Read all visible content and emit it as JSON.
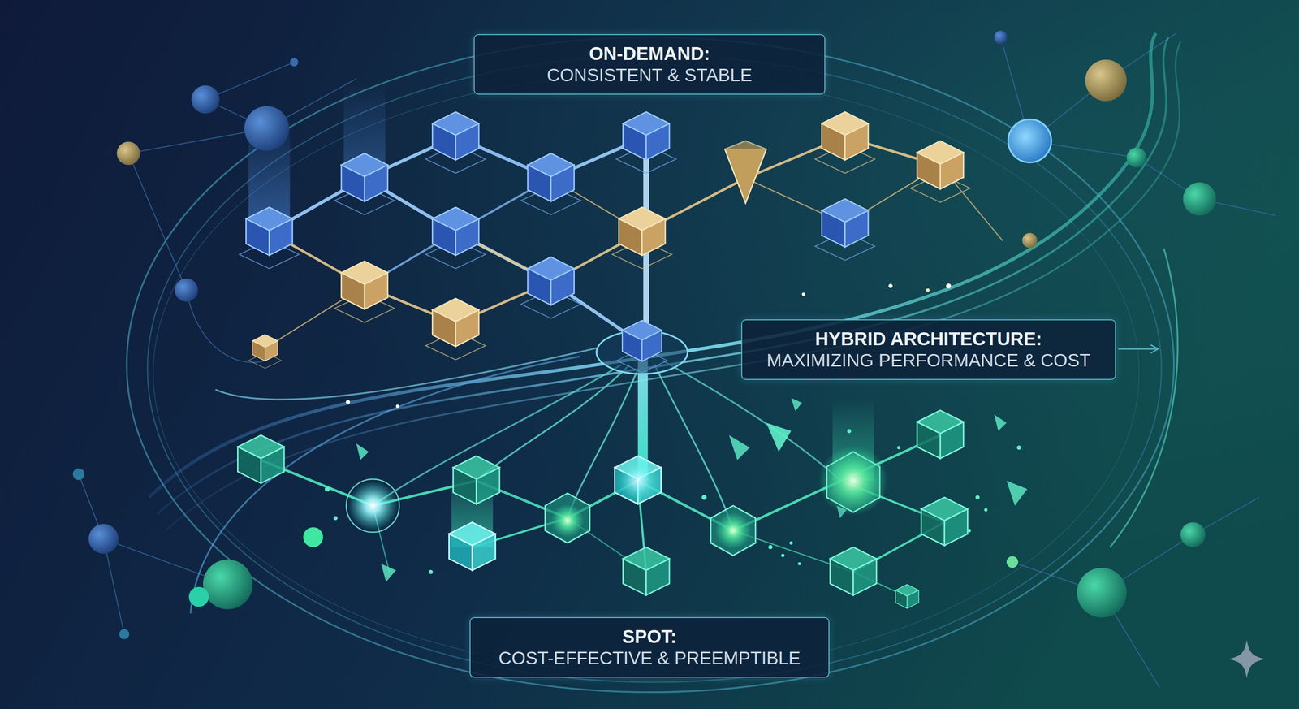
{
  "diagram": {
    "nodes": [
      {
        "text": [
          "ON-DEMAND:",
          "CONSISTENT & STABLE"
        ]
      },
      {
        "text": [
          "HYBRID ARCHITECTURE:",
          "MAXIMIZING PERFORMANCE & COST"
        ]
      },
      {
        "text": [
          "SPOT:",
          "COST-EFFECTIVE & PREEMPTIBLE"
        ]
      }
    ]
  }
}
